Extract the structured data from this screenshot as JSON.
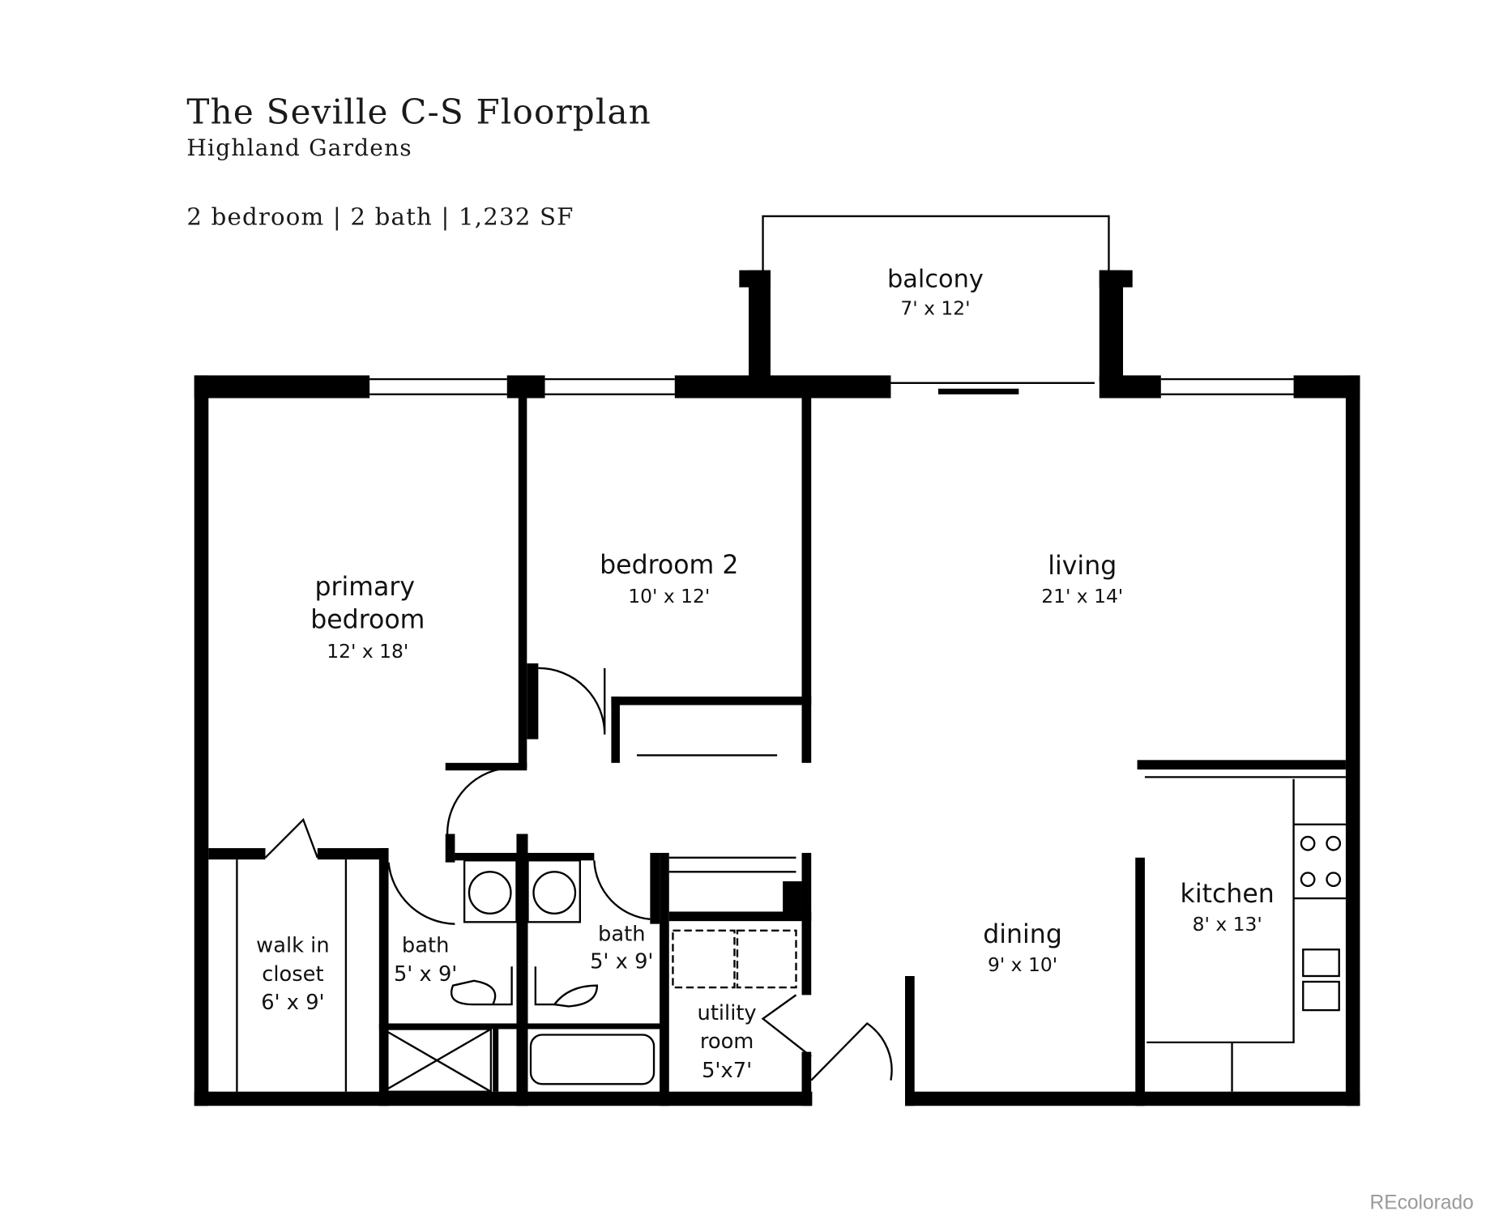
{
  "header": {
    "title": "The Seville C-S Floorplan",
    "subtitle": "Highland Gardens",
    "summary": "2 bedroom | 2 bath | 1,232 SF"
  },
  "rooms": {
    "balcony": {
      "name": "balcony",
      "size": "7' x 12'"
    },
    "primary": {
      "name1": "primary",
      "name2": "bedroom",
      "size": "12' x 18'"
    },
    "bedroom2": {
      "name": "bedroom 2",
      "size": "10' x 12'"
    },
    "living": {
      "name": "living",
      "size": "21' x 14'"
    },
    "closet": {
      "name1": "walk in",
      "name2": "closet",
      "size": "6' x 9'"
    },
    "bath1": {
      "name": "bath",
      "size": "5' x 9'"
    },
    "bath2": {
      "name": "bath",
      "size": "5' x 9'"
    },
    "utility": {
      "name1": "utility",
      "name2": "room",
      "size": "5'x7'"
    },
    "dining": {
      "name": "dining",
      "size": "9' x 10'"
    },
    "kitchen": {
      "name": "kitchen",
      "size": "8' x 13'"
    }
  },
  "watermark": "REcolorado",
  "colors": {
    "walls": "#000000",
    "watermark": "#9a9a9a"
  }
}
